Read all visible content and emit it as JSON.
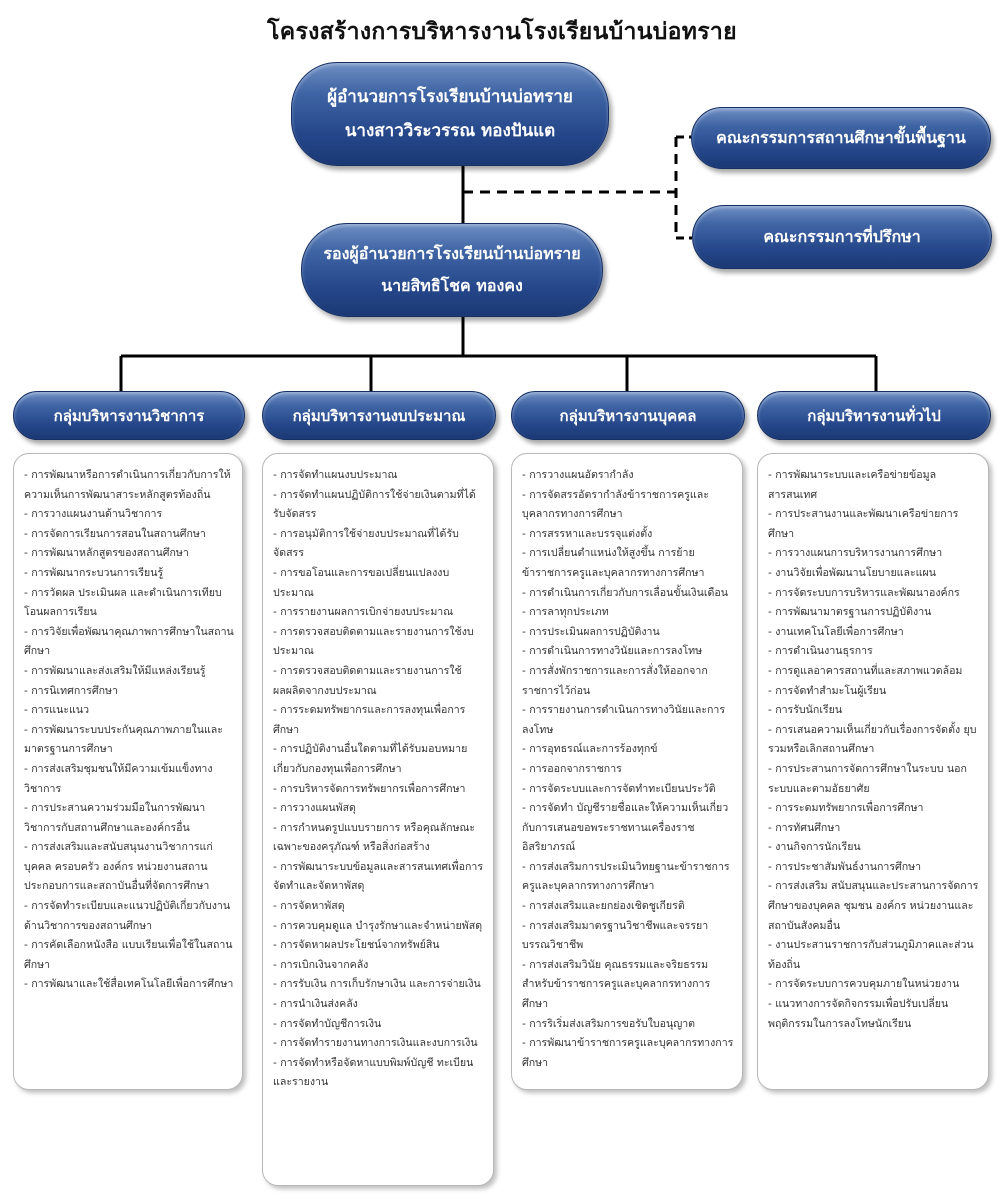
{
  "title": "โครงสร้างการบริหารงานโรงเรียนบ้านบ่อทราย",
  "director": {
    "position": "ผู้อำนวยการโรงเรียนบ้านบ่อทราย",
    "name": "นางสาววิระวรรณ  ทองปันแต"
  },
  "deputy": {
    "position": "รองผู้อำนวยการโรงเรียนบ้านบ่อทราย",
    "name": "นายสิทธิโชค  ทองคง"
  },
  "committees": [
    "คณะกรรมการสถานศึกษาขั้นพื้นฐาน",
    "คณะกรรมการที่ปรึกษา"
  ],
  "groups": [
    {
      "label": "กลุ่มบริหารงานวิชาการ",
      "tasks": [
        "- การพัฒนาหรือการดำเนินการเกี่ยวกับการให้ความเห็นการพัฒนาสาระหลักสูตรท้องถิ่น",
        "- การวางแผนงานด้านวิชาการ",
        "- การจัดการเรียนการสอนในสถานศึกษา",
        "- การพัฒนาหลักสูตรของสถานศึกษา",
        "- การพัฒนากระบวนการเรียนรู้",
        "- การวัดผล ประเมินผล และดำเนินการเทียบโอนผลการเรียน",
        "- การวิจัยเพื่อพัฒนาคุณภาพการศึกษาในสถานศึกษา",
        "- การพัฒนาและส่งเสริมให้มีแหล่งเรียนรู้",
        "- การนิเทศการศึกษา",
        "- การแนะแนว",
        "- การพัฒนาระบบประกันคุณภาพภายในและมาตรฐานการศึกษา",
        "- การส่งเสริมชุมชนให้มีความเข้มแข็งทางวิชาการ",
        "- การประสานความร่วมมือในการพัฒนาวิชาการกับสถานศึกษาและองค์กรอื่น",
        "- การส่งเสริมและสนับสนุนงานวิชาการแก่บุคคล ครอบครัว องค์กร หน่วยงานสถานประกอบการและสถาบันอื่นที่จัดการศึกษา",
        "- การจัดทำระเบียบและแนวปฏิบัติเกี่ยวกับงานด้านวิชาการของสถานศึกษา",
        "- การคัดเลือกหนังสือ แบบเรียนเพื่อใช้ในสถานศึกษา",
        "- การพัฒนาและใช้สื่อเทคโนโลยีเพื่อการศึกษา"
      ]
    },
    {
      "label": "กลุ่มบริหารงานงบประมาณ",
      "tasks": [
        "- การจัดทำแผนงบประมาณ",
        "- การจัดทำแผนปฏิบัติการใช้จ่ายเงินตามที่ได้รับจัดสรร",
        "- การอนุมัติการใช้จ่ายงบประมาณที่ได้รับจัดสรร",
        "- การขอโอนและการขอเปลี่ยนแปลงงบประมาณ",
        "- การรายงานผลการเบิกจ่ายงบประมาณ",
        "- การตรวจสอบติดตามและรายงานการใช้งบประมาณ",
        "- การตรวจสอบติดตามและรายงานการใช้ผลผลิตจากงบประมาณ",
        "- การระดมทรัพยากรและการลงทุนเพื่อการศึกษา",
        "- การปฏิบัติงานอื่นใดตามที่ได้รับมอบหมายเกี่ยวกับกองทุนเพื่อการศึกษา",
        "- การบริหารจัดการทรัพยากรเพื่อการศึกษา",
        "- การวางแผนพัสดุ",
        "- การกำหนดรูปแบบรายการ หรือคุณลักษณะเฉพาะของครุภัณฑ์ หรือสิ่งก่อสร้าง",
        "- การพัฒนาระบบข้อมูลและสารสนเทศเพื่อการจัดทำและจัดหาพัสดุ",
        "- การจัดหาพัสดุ",
        "- การควบคุมดูแล บำรุงรักษาและจำหน่ายพัสดุ",
        "- การจัดหาผลประโยชน์จากทรัพย์สิน",
        "- การเบิกเงินจากคลัง",
        "- การรับเงิน การเก็บรักษาเงิน และการจ่ายเงิน",
        "- การนำเงินส่งคลัง",
        "- การจัดทำบัญชีการเงิน",
        "- การจัดทำรายงานทางการเงินและงบการเงิน",
        "- การจัดทำหรือจัดหาแบบพิมพ์บัญชี ทะเบียน และรายงาน"
      ]
    },
    {
      "label": "กลุ่มบริหารงานบุคคล",
      "tasks": [
        "- การวางแผนอัตรากำลัง",
        "- การจัดสรรอัตรากำลังข้าราชการครูและบุคลากรทางการศึกษา",
        "- การสรรหาและบรรจุแต่งตั้ง",
        "- การเปลี่ยนตำแหน่งให้สูงขึ้น การย้ายข้าราชการครูและบุคลากรทางการศึกษา",
        "- การดำเนินการเกี่ยวกับการเลื่อนขั้นเงินเดือน",
        "- การลาทุกประเภท",
        "- การประเมินผลการปฏิบัติงาน",
        "- การดำเนินการทางวินัยและการลงโทษ",
        "- การสั่งพักราชการและการสั่งให้ออกจากราชการไว้ก่อน",
        "- การรายงานการดำเนินการทางวินัยและการลงโทษ",
        "- การอุทธรณ์และการร้องทุกข์",
        "- การออกจากราชการ",
        "- การจัดระบบและการจัดทำทะเบียนประวัติ",
        "- การจัดทำ บัญชีรายชื่อและให้ความเห็นเกี่ยวกับการเสนอขอพระราชทานเครื่องราชอิสริยาภรณ์",
        "- การส่งเสริมการประเมินวิทยฐานะข้าราชการครูและบุคลากรทางการศึกษา",
        "- การส่งเสริมและยกย่องเชิดชูเกียรติ",
        "- การส่งเสริมมาตรฐานวิชาชีพและจรรยาบรรณวิชาชีพ",
        "- การส่งเสริมวินัย คุณธรรมและจริยธรรมสำหรับข้าราชการครูและบุคลากรทางการศึกษา",
        "- การริเริ่มส่งเสริมการขอรับใบอนุญาต",
        "- การพัฒนาข้าราชการครูและบุคลากรทางการศึกษา"
      ]
    },
    {
      "label": "กลุ่มบริหารงานทั่วไป",
      "tasks": [
        "- การพัฒนาระบบและเครือข่ายข้อมูลสารสนเทศ",
        "- การประสานงานและพัฒนาเครือข่ายการศึกษา",
        "- การวางแผนการบริหารงานการศึกษา",
        "- งานวิจัยเพื่อพัฒนานโยบายและแผน",
        "- การจัดระบบการบริหารและพัฒนาองค์กร",
        "- การพัฒนามาตรฐานการปฏิบัติงาน",
        "- งานเทคโนโลยีเพื่อการศึกษา",
        "- การดำเนินงานธุรการ",
        "- การดูแลอาคารสถานที่และสภาพแวดล้อม",
        "- การจัดทำสำมะโนผู้เรียน",
        "- การรับนักเรียน",
        "- การเสนอความเห็นเกี่ยวกับเรื่องการจัดตั้ง ยุบ รวมหรือเลิกสถานศึกษา",
        "- การประสานการจัดการศึกษาในระบบ นอกระบบและตามอัธยาศัย",
        "- การระดมทรัพยากรเพื่อการศึกษา",
        "- การทัศนศึกษา",
        "- งานกิจการนักเรียน",
        "- การประชาสัมพันธ์งานการศึกษา",
        "- การส่งเสริม สนับสนุนและประสานการจัดการศึกษาของบุคคล ชุมชน องค์กร หน่วยงานและสถาบันสังคมอื่น",
        "- งานประสานราชการกับส่วนภูมิภาคและส่วนท้องถิ่น",
        "- การจัดระบบการควบคุมภายในหน่วยงาน",
        "- แนวทางการจัดกิจกรรมเพื่อปรับเปลี่ยนพฤติกรรมในการลงโทษนักเรียน"
      ]
    }
  ]
}
